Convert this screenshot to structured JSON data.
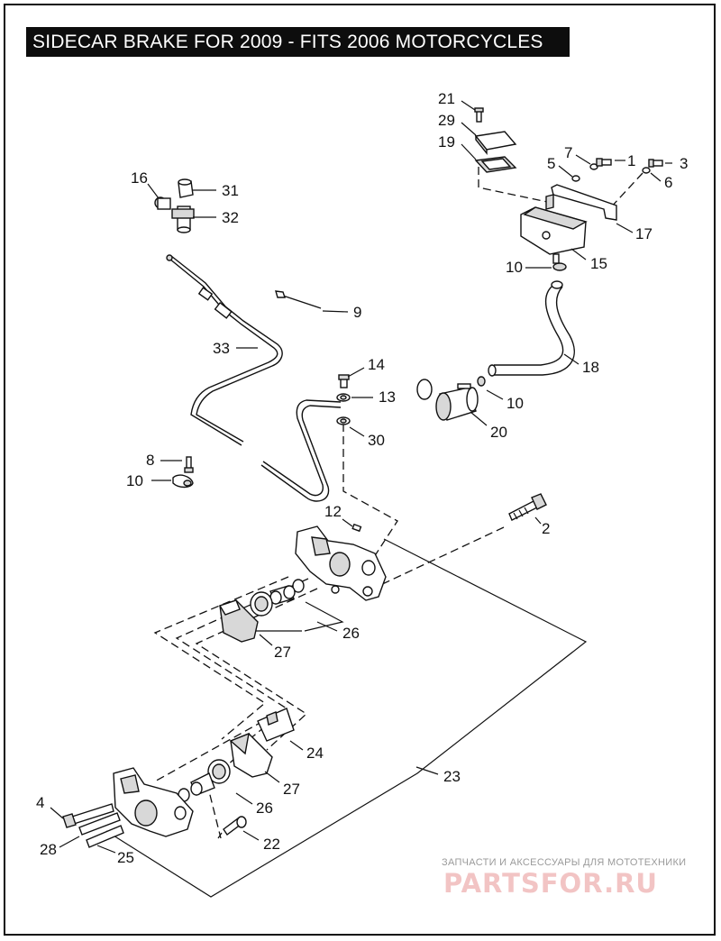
{
  "title": "SIDECAR BRAKE FOR 2009 - FITS 2006 MOTORCYCLES",
  "callouts": [
    {
      "id": "c21",
      "label": "21"
    },
    {
      "id": "c29",
      "label": "29"
    },
    {
      "id": "c19",
      "label": "19"
    },
    {
      "id": "c7",
      "label": "7"
    },
    {
      "id": "c1",
      "label": "1"
    },
    {
      "id": "c5",
      "label": "5"
    },
    {
      "id": "c3",
      "label": "3"
    },
    {
      "id": "c6",
      "label": "6"
    },
    {
      "id": "c17",
      "label": "17"
    },
    {
      "id": "c15",
      "label": "15"
    },
    {
      "id": "c10a",
      "label": "10"
    },
    {
      "id": "c16",
      "label": "16"
    },
    {
      "id": "c31",
      "label": "31"
    },
    {
      "id": "c32",
      "label": "32"
    },
    {
      "id": "c9",
      "label": "9"
    },
    {
      "id": "c33",
      "label": "33"
    },
    {
      "id": "c18",
      "label": "18"
    },
    {
      "id": "c14",
      "label": "14"
    },
    {
      "id": "c13",
      "label": "13"
    },
    {
      "id": "c10b",
      "label": "10"
    },
    {
      "id": "c30",
      "label": "30"
    },
    {
      "id": "c20",
      "label": "20"
    },
    {
      "id": "c8",
      "label": "8"
    },
    {
      "id": "c10c",
      "label": "10"
    },
    {
      "id": "c12",
      "label": "12"
    },
    {
      "id": "c2",
      "label": "2"
    },
    {
      "id": "c26a",
      "label": "26"
    },
    {
      "id": "c27a",
      "label": "27"
    },
    {
      "id": "c24",
      "label": "24"
    },
    {
      "id": "c27b",
      "label": "27"
    },
    {
      "id": "c23",
      "label": "23"
    },
    {
      "id": "c4",
      "label": "4"
    },
    {
      "id": "c26b",
      "label": "26"
    },
    {
      "id": "c28",
      "label": "28"
    },
    {
      "id": "c22",
      "label": "22"
    },
    {
      "id": "c25",
      "label": "25"
    }
  ],
  "watermark": {
    "line1": "ЗАПЧАСТИ И АКСЕССУАРЫ ДЛЯ МОТОТЕХНИКИ",
    "line2": "PARTSFOR.RU"
  },
  "colors": {
    "title_bg": "#0d0d0d",
    "title_fg": "#ffffff",
    "line": "#111111",
    "watermark_brand": "#f2c4c4"
  }
}
